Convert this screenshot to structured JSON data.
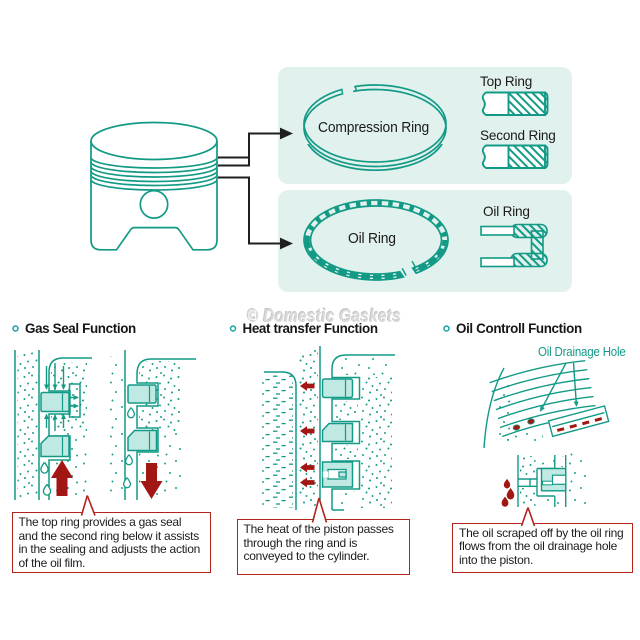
{
  "palette": {
    "teal": "#129a86",
    "teal_fill": "#bfe9e2",
    "panel_background": "#e1f1ed",
    "dark_red": "#a21713",
    "callout_border": "#b2241c",
    "connector_black": "#1f1f1f"
  },
  "watermark": "© Domestic Gaskets",
  "overview": {
    "compression_ring_label": "Compression Ring",
    "oil_ring_label": "Oil Ring",
    "legend": {
      "top_ring": "Top Ring",
      "second_ring": "Second Ring",
      "oil_ring": "Oil Ring"
    }
  },
  "sections": [
    {
      "title": "Gas Seal Function",
      "callout_lines": [
        "The top ring provides a gas seal",
        "and the second ring below it assists",
        "in the sealing and adjusts the action",
        "of the oil film."
      ]
    },
    {
      "title": "Heat transfer Function",
      "callout_lines": [
        "The heat of the piston passes",
        "through the ring and is",
        "conveyed to the cylinder."
      ]
    },
    {
      "title": "Oil Controll Function",
      "annotation": "Oil Drainage Hole",
      "callout_lines": [
        "The oil scraped off by the oil ring",
        "flows from the oil drainage hole",
        "into the piston."
      ]
    }
  ]
}
